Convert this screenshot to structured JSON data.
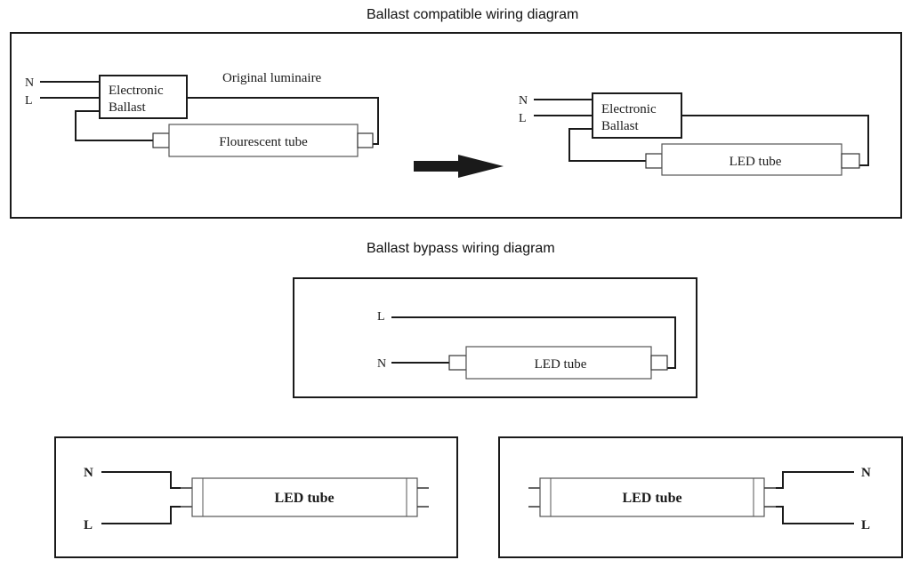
{
  "section_compatible": {
    "title": "Ballast compatible wiring diagram",
    "before": {
      "label_n": "N",
      "label_l": "L",
      "ballast_line1": "Electronic",
      "ballast_line2": "Ballast",
      "luminaire_caption": "Original luminaire",
      "tube_label": "Flourescent  tube"
    },
    "after": {
      "label_n": "N",
      "label_l": "L",
      "ballast_line1": "Electronic",
      "ballast_line2": "Ballast",
      "tube_label": "LED tube"
    }
  },
  "section_bypass": {
    "title": "Ballast bypass wiring diagram",
    "single_end": {
      "label_l": "L",
      "label_n": "N",
      "tube_label": "LED tube"
    },
    "left_double": {
      "label_n": "N",
      "label_l": "L",
      "tube_label": "LED tube"
    },
    "right_double": {
      "label_n": "N",
      "label_l": "L",
      "tube_label": "LED tube"
    }
  }
}
